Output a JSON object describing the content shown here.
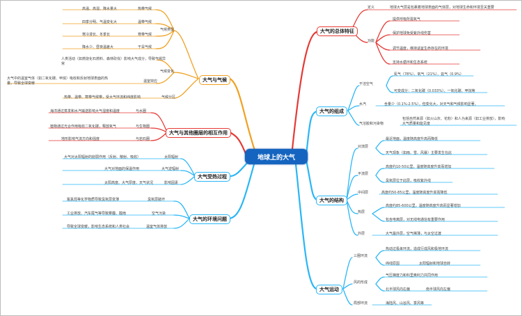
{
  "title": "地球上的大气",
  "colors": {
    "center": "#1565c0",
    "left_top": "#f0a020",
    "left_mid": "#e53935",
    "left_low": "#29b6f6",
    "right_top": "#e53935",
    "right_mid": "#29b6f6",
    "right_low": "#29b6f6"
  },
  "branches": {
    "climate": {
      "label": "大气与气候",
      "types_label": "气候类型",
      "types": [
        {
          "desc": "高温、高湿、降水量大",
          "name": "热带气候"
        },
        {
          "desc": "四季分明、气温变化大",
          "name": "温带气候"
        },
        {
          "desc": "寒冷漫长、冬季长",
          "name": "寒带气候"
        },
        {
          "desc": "降水少、昼夜温差大",
          "name": "干旱气候"
        }
      ],
      "change_label": "气候变化",
      "human": "人类活动（如燃烧化石燃料、森林砍伐）影响大气成分，导致气候异",
      "human2": "常",
      "greenhouse_label": "温室效应",
      "greenhouse1": "大气中的温室气体（如二氧化碳、甲烷）吸收和反射地球表面的热",
      "greenhouse2": "量，导致全球变暖",
      "zone_text": "热带、温带、寒带气候带，受大气环流和纬度影响",
      "zone_label": "气候分区"
    },
    "interaction": {
      "label": "大气与其他圈层的相互作用",
      "items": [
        {
          "desc": "海洋通过蒸发和水汽输送影响大气湿度和温度",
          "name": "与水圈"
        },
        {
          "desc": "植物通过光合作用吸收二氧化碳，释放氧气",
          "name": "与生物圈"
        },
        {
          "desc": "地形影响气流方向和强度",
          "name": "与岩石圈"
        }
      ]
    },
    "heating": {
      "label": "大气受热过程",
      "items": [
        {
          "desc": "大气对太阳辐射的削弱作用（反射、散射、吸收）",
          "name": "太阳辐射"
        },
        {
          "desc": "大气对地面的保温作用",
          "name": "大气逆辐射"
        },
        {
          "desc": "太阳高度、大气厚度、天气状况",
          "name": "影响因素"
        }
      ]
    },
    "environment": {
      "label": "大气的环境问题",
      "items": [
        {
          "desc": "氟氯烃等化学物质导致臭氧层变薄",
          "name": "臭氧层破坏"
        },
        {
          "desc": "工业排放、汽车尾气等导致雾霾、酸雨",
          "name": "空气污染"
        },
        {
          "desc": "导致全球变暖，影响生态系统和人类社会",
          "name": "温室气体排放"
        }
      ]
    },
    "overview": {
      "label": "大气的总体特征",
      "def_label": "定义",
      "def_text": "地球大气层是包裹着地球表面的气体层，对地球生命和环境至关重要",
      "func_label": "功能",
      "funcs": [
        "提供呼吸所需氧气",
        "保护地球免受紫外线伤害",
        "调节温度，维持适宜生命存在的环境",
        "支持水循环和生态系统"
      ]
    },
    "composition": {
      "label": "大气的组成",
      "dry_label": "干洁空气",
      "dry1": "氮气（78%）、氧气（21%）、氩气（0.9%）",
      "dry2": "可变成分：二氧化碳（0.033%）、一氧化碳、甲烷等",
      "vapor_label": "水汽",
      "vapor_text": "含量少（0.1%-2.5%），但变化大，对天气和气候影响显著。",
      "aerosol_label": "气溶胶和污染物",
      "aerosol1": "包括自然来源（如火山灰、花粉）和人为来源（如工业排放），影响",
      "aerosol2": "大气质量和能见度"
    },
    "structure": {
      "label": "大气的结构",
      "tropo_label": "对流层",
      "tropo1": "最近地面，温度随高度升高而降低",
      "tropo2": "天气现象（如雨、雪、风暴）主要发生在此",
      "strato_label": "平流层",
      "strato1": "高度约10-50公里，温度随高度升高而增加",
      "strato2": "臭氧层位于此层，吸收紫外线",
      "meso_label": "中间层",
      "meso1": "高度约50-85公里，温度随高度升高而降低",
      "thermo_label": "热层",
      "thermo1": "高度约85-600公里，温度随高度升高而显著增加",
      "thermo2": "包含电离层，对无线电通信有重要作用",
      "exo_label": "外层",
      "exo1": "大气最外层，空气稀薄，与太空过渡"
    },
    "motion": {
      "label": "大气运动",
      "circ_label": "三圈环流",
      "circ1": "热动过极来环流，造成行成风和极地环流",
      "circ2": "纬线原因",
      "circ2b": "太阳辐射和地球自转",
      "wind_label": "风的形成",
      "wind1": "气压梯度力和科里奥利力共同作用",
      "wind2": "北半球风向右偏",
      "wind2b": "南半球风向左偏",
      "local_label": "局部环流",
      "local1": "海陆风、山谷风、季风等"
    }
  }
}
